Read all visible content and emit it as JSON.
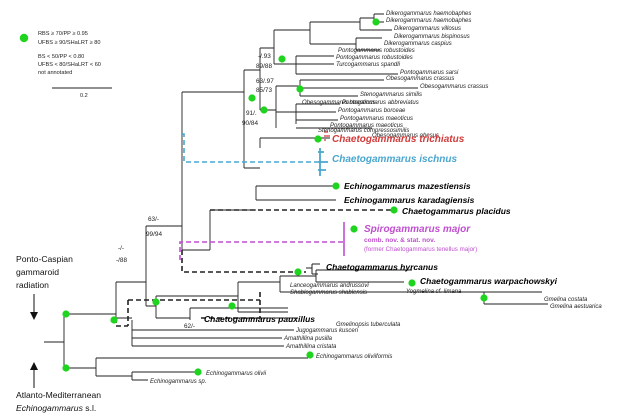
{
  "legend": {
    "line1": "RBS ≥ 70/PP ≥ 0.95",
    "line2": "UFBS ≥ 90/SHaLRT ≥ 80",
    "line3": "BS < 50/PP < 0.80",
    "line4": "UFBS < 80/SHaLRT < 60",
    "line5": "not annotated",
    "scale": "0.2"
  },
  "groups": {
    "ponto_1": "Ponto-Caspian",
    "ponto_2": "gammaroid",
    "ponto_3": "radiation",
    "atl_1": "Atlanto-Mediterranean",
    "atl_2": "Echinogammarus",
    "atl_3": "s.l."
  },
  "support": {
    "s1": "-/.93",
    "s2": "89/88",
    "s3": "63/.97",
    "s4": "85/73",
    "s5": "91/.",
    "s6": "90/84",
    "s7": "63/-",
    "s8": "99/94",
    "s9": "-/-",
    "s10": "-/88",
    "s11": "62/-"
  },
  "tips": [
    "Dikerogammarus haemobaphes",
    "Dikerogammarus haemobaphes",
    "Dikerogammarus villosus",
    "Dikerogammarus bispinosus",
    "Dikerogammarus caspius",
    "Pontogammarus robustoides",
    "Pontogammarus robustoides",
    "Turcogammarus spandli",
    "Pontogammarus sarsi",
    "Obesogammarus crassus",
    "Obesogammarus crassus",
    "Stenogammarus similis",
    "Pontogammarus abbreviatus",
    "Pontogammarus borceae",
    "Obesogammarus boeoticus",
    "Pontogammarus maeoticus",
    "Pontogammarus maeoticus",
    "Stenogammarus compressosimilis",
    "Obesogammarus obesus",
    "Lanceogammarus andrussovi",
    "Shablogammarus shablensis",
    "Gmelinopsis tuberculata",
    "Jugogammarus kusceri",
    "Amathillina pusilla",
    "Amathillina cristata",
    "Yogmelina cf. limana",
    "Gmelina costata",
    "Gmelina aestuarica",
    "Echinogammarus oliviiformis",
    "Echinogammarus olivii",
    "Echinogammarus sp."
  ],
  "highlights": {
    "trichiatus": "Chaetogammarus trichiatus",
    "ischnus": "Chaetogammarus ischnus",
    "mazestiensis": "Echinogammarus mazestiensis",
    "karadagiensis": "Echinogammarus karadagiensis",
    "placidus": "Chaetogammarus placidus",
    "spiro": "Spirogammarus major",
    "spiro_note": "comb. nov. & stat. nov.",
    "spiro_former": "(former Chaetogammarus tenellus major)",
    "hyrcanus": "Chaetogammarus hyrcanus",
    "warpachowskyi": "Chaetogammarus warpachowskyi",
    "pauxillus": "Chaetogammarus pauxillus"
  },
  "colors": {
    "support_dot": "#1ed41e",
    "red": "#d23b3b",
    "blue": "#4aa6cf",
    "purple": "#c04fd0",
    "branch": "#222222"
  }
}
